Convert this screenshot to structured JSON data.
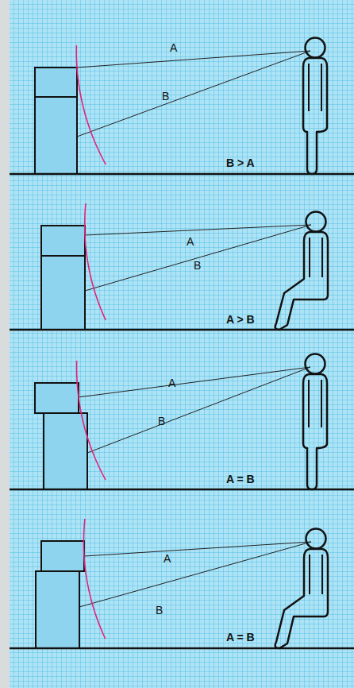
{
  "diagram": {
    "labels": [
      "A",
      "B",
      "B > A",
      "A",
      "B",
      "A > B",
      "A",
      "B",
      "A = B",
      "A",
      "B",
      "A = B"
    ]
  }
}
